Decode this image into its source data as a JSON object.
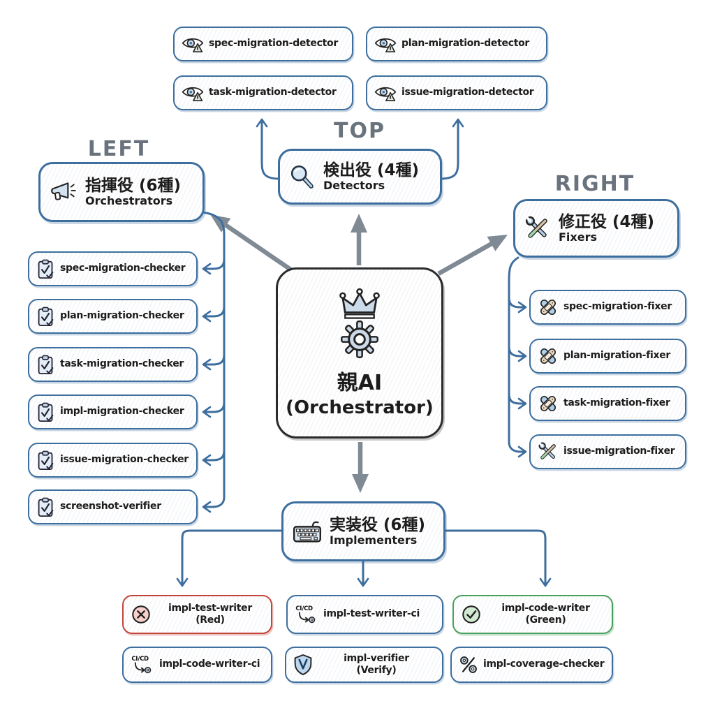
{
  "colors": {
    "node_border_blue": "#3d6e9e",
    "center_border": "#2b2b2b",
    "arrow_gray": "#808a94",
    "label_gray": "#6a737d",
    "red_accent": "#c2453a",
    "green_accent": "#4aa05e",
    "text": "#1c1c1c"
  },
  "section_labels": {
    "top": "TOP",
    "left": "LEFT",
    "right": "RIGHT"
  },
  "center_node": {
    "title_jp": "親AI",
    "title_en": "(Orchestrator)",
    "icons": [
      "crown-icon",
      "gear-icon"
    ]
  },
  "group_headers": {
    "detectors": {
      "title_jp": "検出役 (4種)",
      "title_en": "Detectors",
      "icon": "magnifier-icon"
    },
    "orchestrators": {
      "title_jp": "指揮役 (6種)",
      "title_en": "Orchestrators",
      "icon": "megaphone-icon"
    },
    "fixers": {
      "title_jp": "修正役 (4種)",
      "title_en": "Fixers",
      "icon": "tools-icon"
    },
    "implementers": {
      "title_jp": "実装役 (6種)",
      "title_en": "Implementers",
      "icon": "keyboard-icon"
    }
  },
  "detectors": {
    "items": [
      {
        "label": "spec-migration-detector",
        "icon": "eye-alert-icon"
      },
      {
        "label": "plan-migration-detector",
        "icon": "eye-alert-icon"
      },
      {
        "label": "task-migration-detector",
        "icon": "eye-alert-icon"
      },
      {
        "label": "issue-migration-detector",
        "icon": "eye-alert-icon"
      }
    ]
  },
  "checkers": {
    "items": [
      {
        "label": "spec-migration-checker",
        "icon": "clipboard-check-icon"
      },
      {
        "label": "plan-migration-checker",
        "icon": "clipboard-check-icon"
      },
      {
        "label": "task-migration-checker",
        "icon": "clipboard-check-icon"
      },
      {
        "label": "impl-migration-checker",
        "icon": "clipboard-check-icon"
      },
      {
        "label": "issue-migration-checker",
        "icon": "clipboard-check-icon"
      },
      {
        "label": "screenshot-verifier",
        "icon": "clipboard-check-icon"
      }
    ]
  },
  "fixers": {
    "items": [
      {
        "label": "spec-migration-fixer",
        "icon": "bandage-icon"
      },
      {
        "label": "plan-migration-fixer",
        "icon": "bandage-icon"
      },
      {
        "label": "task-migration-fixer",
        "icon": "bandage-icon"
      },
      {
        "label": "issue-migration-fixer",
        "icon": "tools-icon"
      }
    ]
  },
  "implementers": {
    "row1": [
      {
        "label": "impl-test-writer",
        "sub": "(Red)",
        "icon": "x-circle-icon",
        "accent": "red"
      },
      {
        "label": "impl-test-writer-ci",
        "icon": "cicd-icon"
      },
      {
        "label": "impl-code-writer",
        "sub": "(Green)",
        "icon": "check-circle-icon",
        "accent": "green"
      }
    ],
    "row2": [
      {
        "label": "impl-code-writer-ci",
        "icon": "cicd-icon"
      },
      {
        "label": "impl-verifier",
        "sub": "(Verify)",
        "icon": "shield-icon"
      },
      {
        "label": "impl-coverage-checker",
        "icon": "percent-icon"
      }
    ]
  }
}
